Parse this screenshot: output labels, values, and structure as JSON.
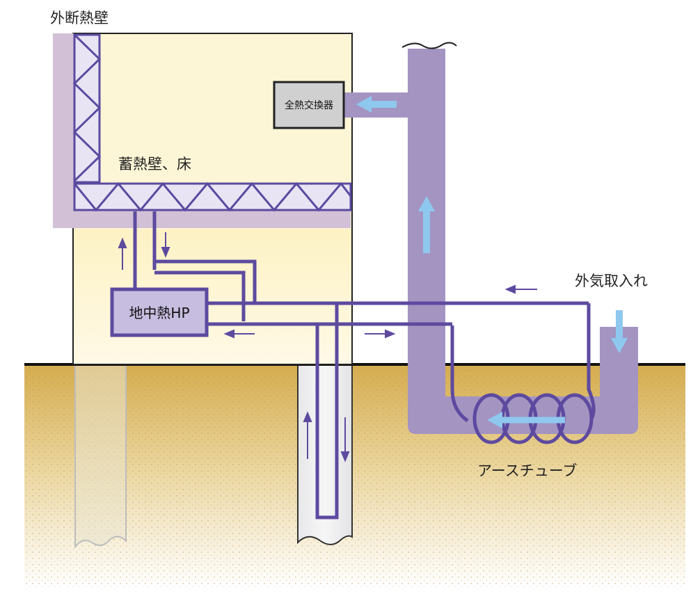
{
  "labels": {
    "outer_insulation_wall": "外断熱壁",
    "thermal_storage": "蓄熱壁、床",
    "heat_exchanger": "全熱交換器",
    "geothermal_hp": "地中熱HP",
    "outside_air_intake": "外気取入れ",
    "earth_tube": "アースチューブ"
  },
  "colors": {
    "building_fill": "#fdf6d8",
    "wall_mauve": "#d2c0d6",
    "truss_stroke": "#5b4aa0",
    "truss_fill": "#e8e4f4",
    "pipe_purple": "#5d4a9f",
    "duct_purple": "#a394c2",
    "air_arrow": "#8fc8ee",
    "ground_top": "#d8b45a",
    "outline": "#222222"
  }
}
